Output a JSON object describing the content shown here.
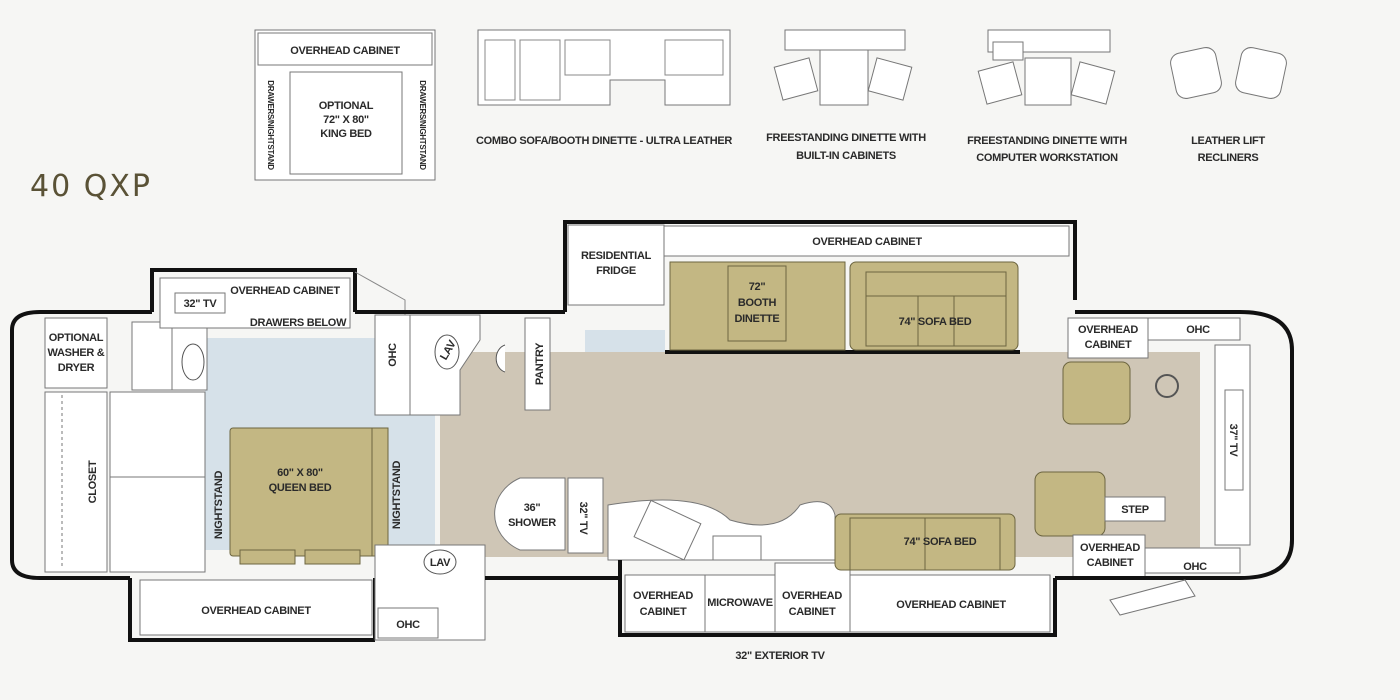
{
  "model_name": "40 QXP",
  "options": [
    {
      "caption_lines": [],
      "inner_labels": {
        "top": "OVERHEAD CABINET",
        "bed": [
          "OPTIONAL",
          "72\" X 80\"",
          "KING BED"
        ],
        "side_left": "DRAWERS/NIGHTSTAND",
        "side_right": "DRAWERS/NIGHTSTAND"
      }
    },
    {
      "caption_lines": [
        "COMBO SOFA/BOOTH DINETTE - ULTRA LEATHER"
      ]
    },
    {
      "caption_lines": [
        "FREESTANDING DINETTE WITH",
        "BUILT-IN CABINETS"
      ]
    },
    {
      "caption_lines": [
        "FREESTANDING DINETTE WITH",
        "COMPUTER WORKSTATION"
      ]
    },
    {
      "caption_lines": [
        "LEATHER LIFT",
        "RECLINERS"
      ]
    }
  ],
  "rooms": {
    "washer": [
      "OPTIONAL",
      "WASHER &",
      "DRYER"
    ],
    "closet": "CLOSET",
    "bedroom_tv": "32\" TV",
    "bedroom_ohc": "OVERHEAD CABINET",
    "drawers_below": "DRAWERS BELOW",
    "nightstand_left": "NIGHTSTAND",
    "nightstand_right": "NIGHTSTAND",
    "queen_bed": [
      "60\" X 80\"",
      "QUEEN BED"
    ],
    "bedroom_bottom_ohc": "OVERHEAD CABINET",
    "ohc_bath_bottom": "OHC",
    "lav_bottom": "LAV",
    "ohc_bath_top": "OHC",
    "lav_top": "LAV",
    "pantry": "PANTRY",
    "fridge": [
      "RESIDENTIAL",
      "FRIDGE"
    ],
    "living_ohc": "OVERHEAD CABINET",
    "dinette": [
      "72\"",
      "BOOTH",
      "DINETTE"
    ],
    "sofa_top": "74\"  SOFA  BED",
    "shower": [
      "36\"",
      "SHOWER"
    ],
    "shower_tv": "32\" TV",
    "kitchen_ohc1": [
      "OVERHEAD",
      "CABINET"
    ],
    "microwave": "MICROWAVE",
    "kitchen_ohc2": [
      "OVERHEAD",
      "CABINET"
    ],
    "kitchen_ohc3": "OVERHEAD CABINET",
    "sofa_bottom": "74\" SOFA BED",
    "exterior_tv": "32\" EXTERIOR TV",
    "cab_ohc_top": [
      "OVERHEAD",
      "CABINET"
    ],
    "ohc_top_right": "OHC",
    "cab_ohc_bottom": [
      "OVERHEAD",
      "CABINET"
    ],
    "ohc_bottom_right": "OHC",
    "step": "STEP",
    "front_tv": "37\" TV"
  },
  "colors": {
    "floor": "#cfc6b6",
    "bedroom": "#d6e1e9",
    "upholstery": "#c3b783",
    "walls": "#111111"
  }
}
